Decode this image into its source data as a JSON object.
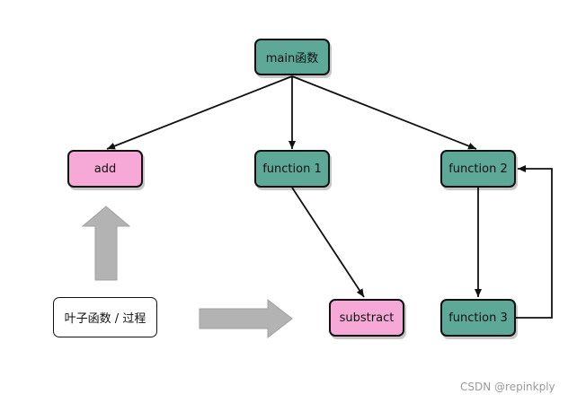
{
  "nodes": {
    "main": "main函数",
    "add": "add",
    "function1": "function 1",
    "function2": "function 2",
    "substract": "substract",
    "function3": "function 3",
    "leaf": "叶子函数 / 过程"
  },
  "colors": {
    "teal": "#5ea898",
    "pink": "#f6a9d6",
    "gray_arrow": "#b3b3b3"
  },
  "watermark": "CSDN @repinkply"
}
